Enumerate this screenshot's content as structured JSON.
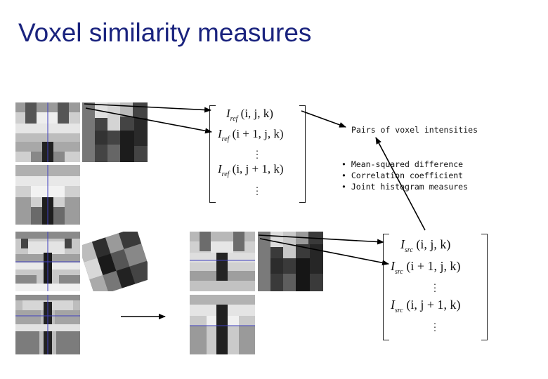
{
  "slide": {
    "title": "Voxel similarity measures"
  },
  "reference_matrix": {
    "rows": [
      {
        "symbol": "I",
        "subscript": "ref",
        "args": "(i, j, k)"
      },
      {
        "symbol": "I",
        "subscript": "ref",
        "args": "(i + 1, j, k)"
      },
      {
        "symbol": "I",
        "subscript": "ref",
        "args": "(i, j + 1, k)"
      }
    ]
  },
  "source_matrix": {
    "rows": [
      {
        "symbol": "I",
        "subscript": "src",
        "args": "(i, j, k)"
      },
      {
        "symbol": "I",
        "subscript": "src",
        "args": "(i + 1, j, k)"
      },
      {
        "symbol": "I",
        "subscript": "src",
        "args": "(i, j + 1, k)"
      }
    ]
  },
  "annotations": {
    "pairs_label": "Pairs of voxel intensities",
    "measures": [
      "Mean-squared difference",
      "Correlation coefficient",
      "Joint histogram measures"
    ]
  },
  "colors": {
    "title": "#1a237e",
    "crosshair": "#4040c0",
    "arrow": "#000000"
  }
}
